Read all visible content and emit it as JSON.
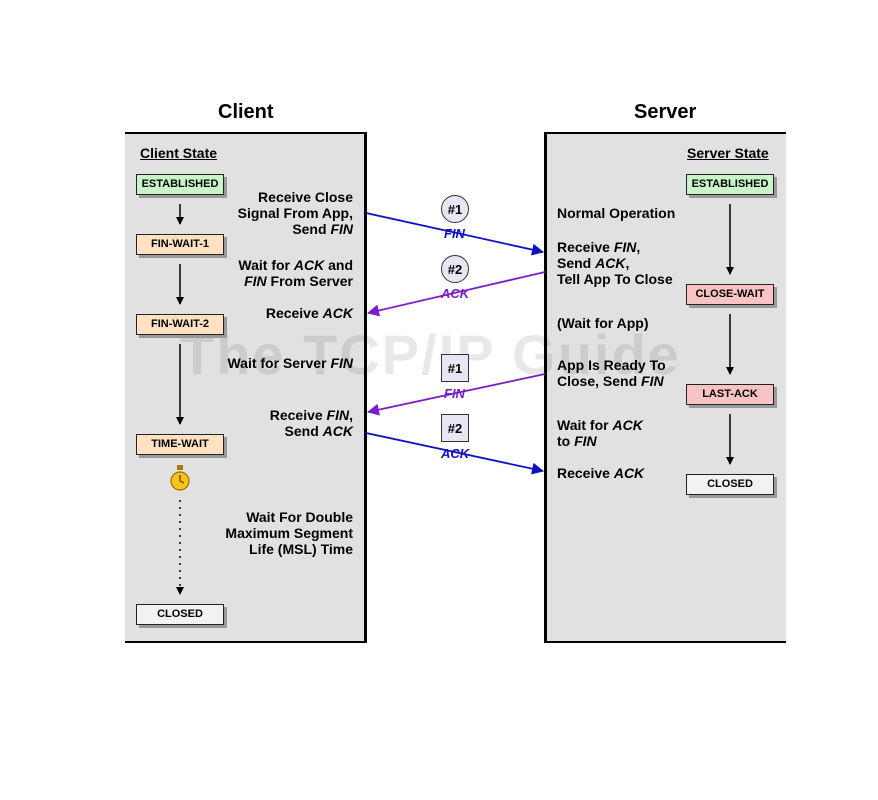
{
  "client": {
    "title": "Client",
    "state_heading": "Client State"
  },
  "server": {
    "title": "Server",
    "state_heading": "Server State"
  },
  "watermark": "The TCP/IP Guide",
  "client_states": [
    "ESTABLISHED",
    "FIN-WAIT-1",
    "FIN-WAIT-2",
    "TIME-WAIT",
    "CLOSED"
  ],
  "server_states": [
    "ESTABLISHED",
    "CLOSE-WAIT",
    "LAST-ACK",
    "CLOSED"
  ],
  "client_labels": {
    "recv_close": [
      "Receive Close",
      "Signal From App,",
      "Send ",
      "FIN"
    ],
    "wait_ack_fin": [
      "Wait for ",
      "ACK",
      " and",
      "FIN",
      " From Server"
    ],
    "recv_ack": [
      "Receive ",
      "ACK"
    ],
    "wait_server_fin": [
      "Wait for Server ",
      "FIN"
    ],
    "recv_fin_send_ack": [
      "Receive ",
      "FIN",
      ",",
      "Send ",
      "ACK"
    ],
    "wait_msl": [
      "Wait For Double",
      "Maximum Segment",
      "Life (MSL) Time"
    ]
  },
  "server_labels": {
    "normal": "Normal Operation",
    "recv_fin": [
      "Receive ",
      "FIN",
      ",",
      "Send ",
      "ACK",
      ",",
      "Tell App To Close"
    ],
    "wait_app": "(Wait for App)",
    "app_ready": [
      "App Is Ready To",
      "Close, Send ",
      "FIN"
    ],
    "wait_ack": [
      "Wait for ",
      "ACK",
      "to ",
      "FIN"
    ],
    "recv_ack": [
      "Receive ",
      "ACK"
    ]
  },
  "messages": [
    {
      "badge": "#1",
      "label": "FIN",
      "color": "#1010c0"
    },
    {
      "badge": "#2",
      "label": "ACK",
      "color": "#7a1fc8"
    },
    {
      "badge": "#1",
      "label": "FIN",
      "color": "#7a1fc8"
    },
    {
      "badge": "#2",
      "label": "ACK",
      "color": "#1010c0"
    }
  ],
  "colors": {
    "blue": "#1010c0",
    "purple": "#7a1fc8",
    "panel": "#e1e1e1"
  },
  "icons": {
    "timer": "stopwatch-icon"
  }
}
